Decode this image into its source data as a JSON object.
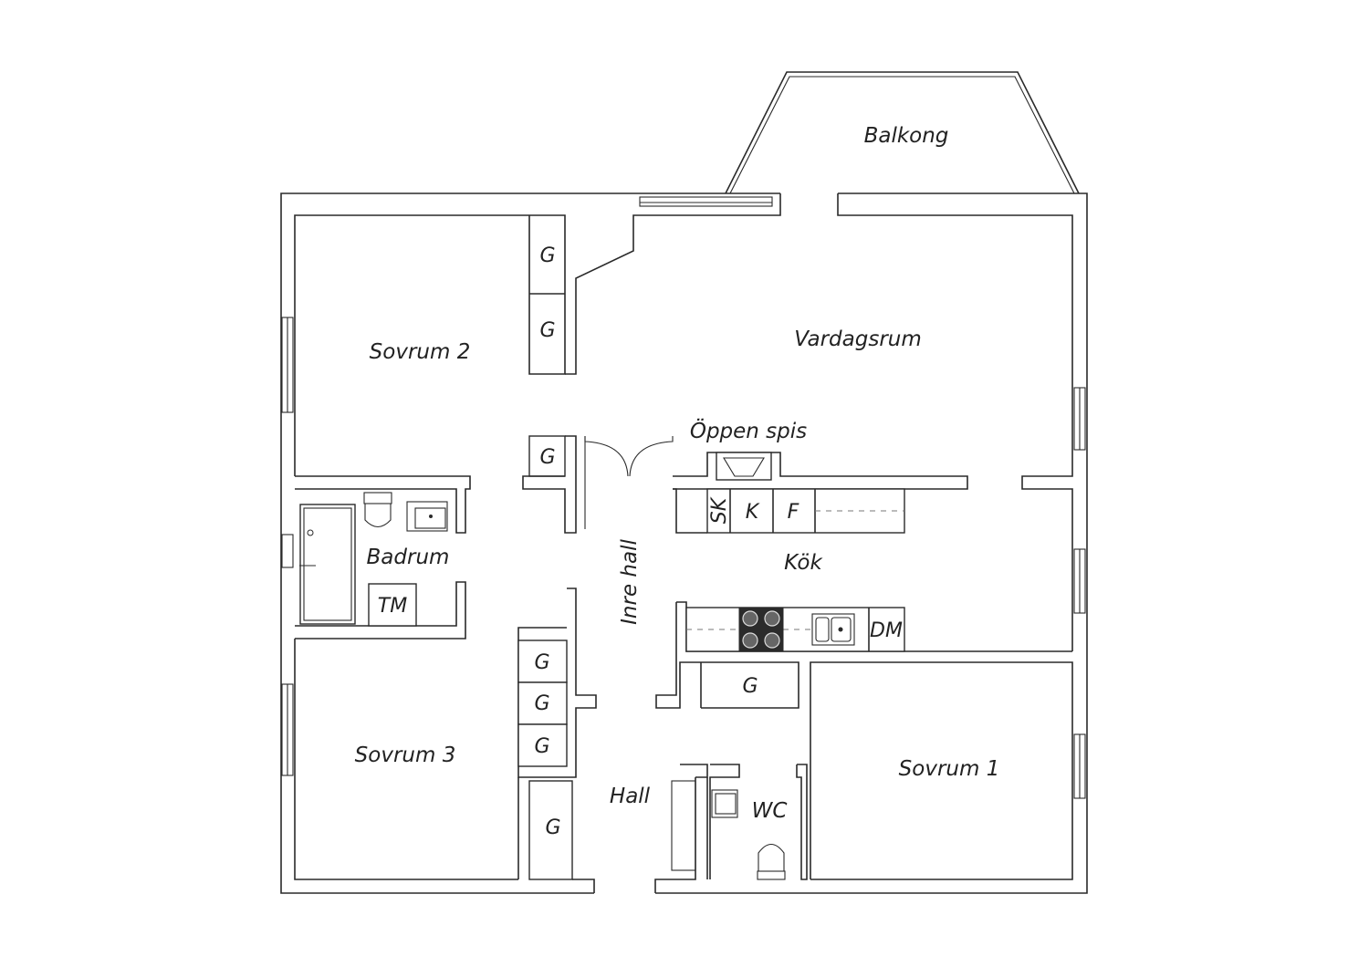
{
  "rooms": {
    "balkong": "Balkong",
    "vardagsrum": "Vardagsrum",
    "sovrum2": "Sovrum 2",
    "sovrum3": "Sovrum 3",
    "sovrum1": "Sovrum 1",
    "badrum": "Badrum",
    "kok": "Kök",
    "inre_hall": "Inre hall",
    "hall": "Hall",
    "wc": "WC",
    "oppen_spis": "Öppen spis"
  },
  "fixtures": {
    "garderob": "G",
    "tvattmaskin": "TM",
    "diskmaskin": "DM",
    "skafferi": "SK",
    "kyl": "K",
    "frys": "F"
  },
  "colors": {
    "wall_stroke": "#2a2a2a",
    "background": "#ffffff",
    "stove_top": "#2b2b2b"
  }
}
